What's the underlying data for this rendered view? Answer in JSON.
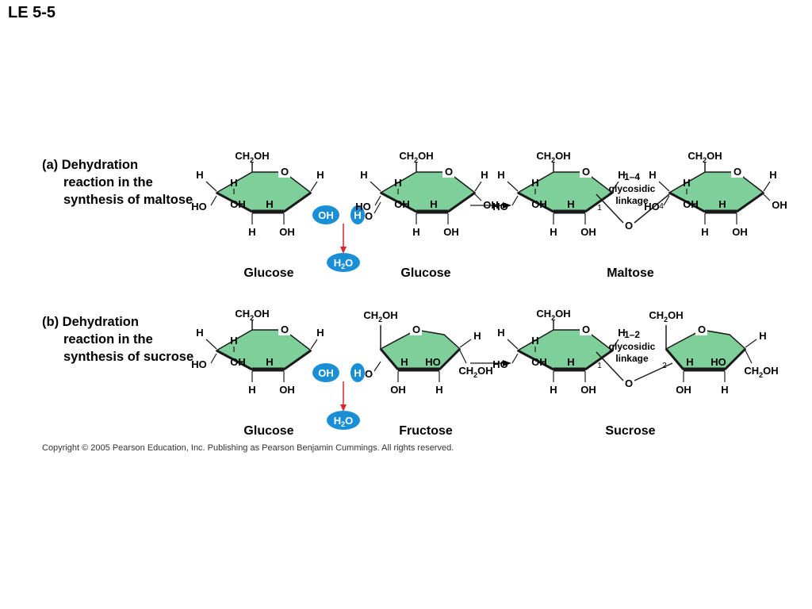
{
  "slide_title": "LE 5-5",
  "panel_a": {
    "tag": "(a)",
    "line1": "Dehydration",
    "line2": "reaction in the",
    "line3": "synthesis of maltose",
    "mol1_name": "Glucose",
    "mol2_name": "Glucose",
    "product_name": "Maltose",
    "linkage_type": "1–4",
    "linkage_word1": "glycosidic",
    "linkage_word2": "linkage",
    "carbon_left": "1",
    "carbon_right": "4"
  },
  "panel_b": {
    "tag": "(b)",
    "line1": "Dehydration",
    "line2": "reaction in the",
    "line3": "synthesis of sucrose",
    "mol1_name": "Glucose",
    "mol2_name": "Fructose",
    "product_name": "Sucrose",
    "linkage_type": "1–2",
    "linkage_word1": "glycosidic",
    "linkage_word2": "linkage",
    "carbon_left": "1",
    "carbon_right": "2"
  },
  "atoms": {
    "h": "H",
    "o": "O",
    "oh": "OH",
    "ho": "HO",
    "ch2": "CH",
    "sub2": "2",
    "oh_tail": "OH",
    "water_h": "H",
    "water_o": "O"
  },
  "copyright": "Copyright © 2005 Pearson Education, Inc. Publishing as Pearson Benjamin Cummings. All rights reserved.",
  "colors": {
    "ring_fill": "#7fcf9a",
    "ring_stroke": "#1a1a1a",
    "bubble": "#1a8fd6",
    "arrow_red": "#d6282e"
  }
}
